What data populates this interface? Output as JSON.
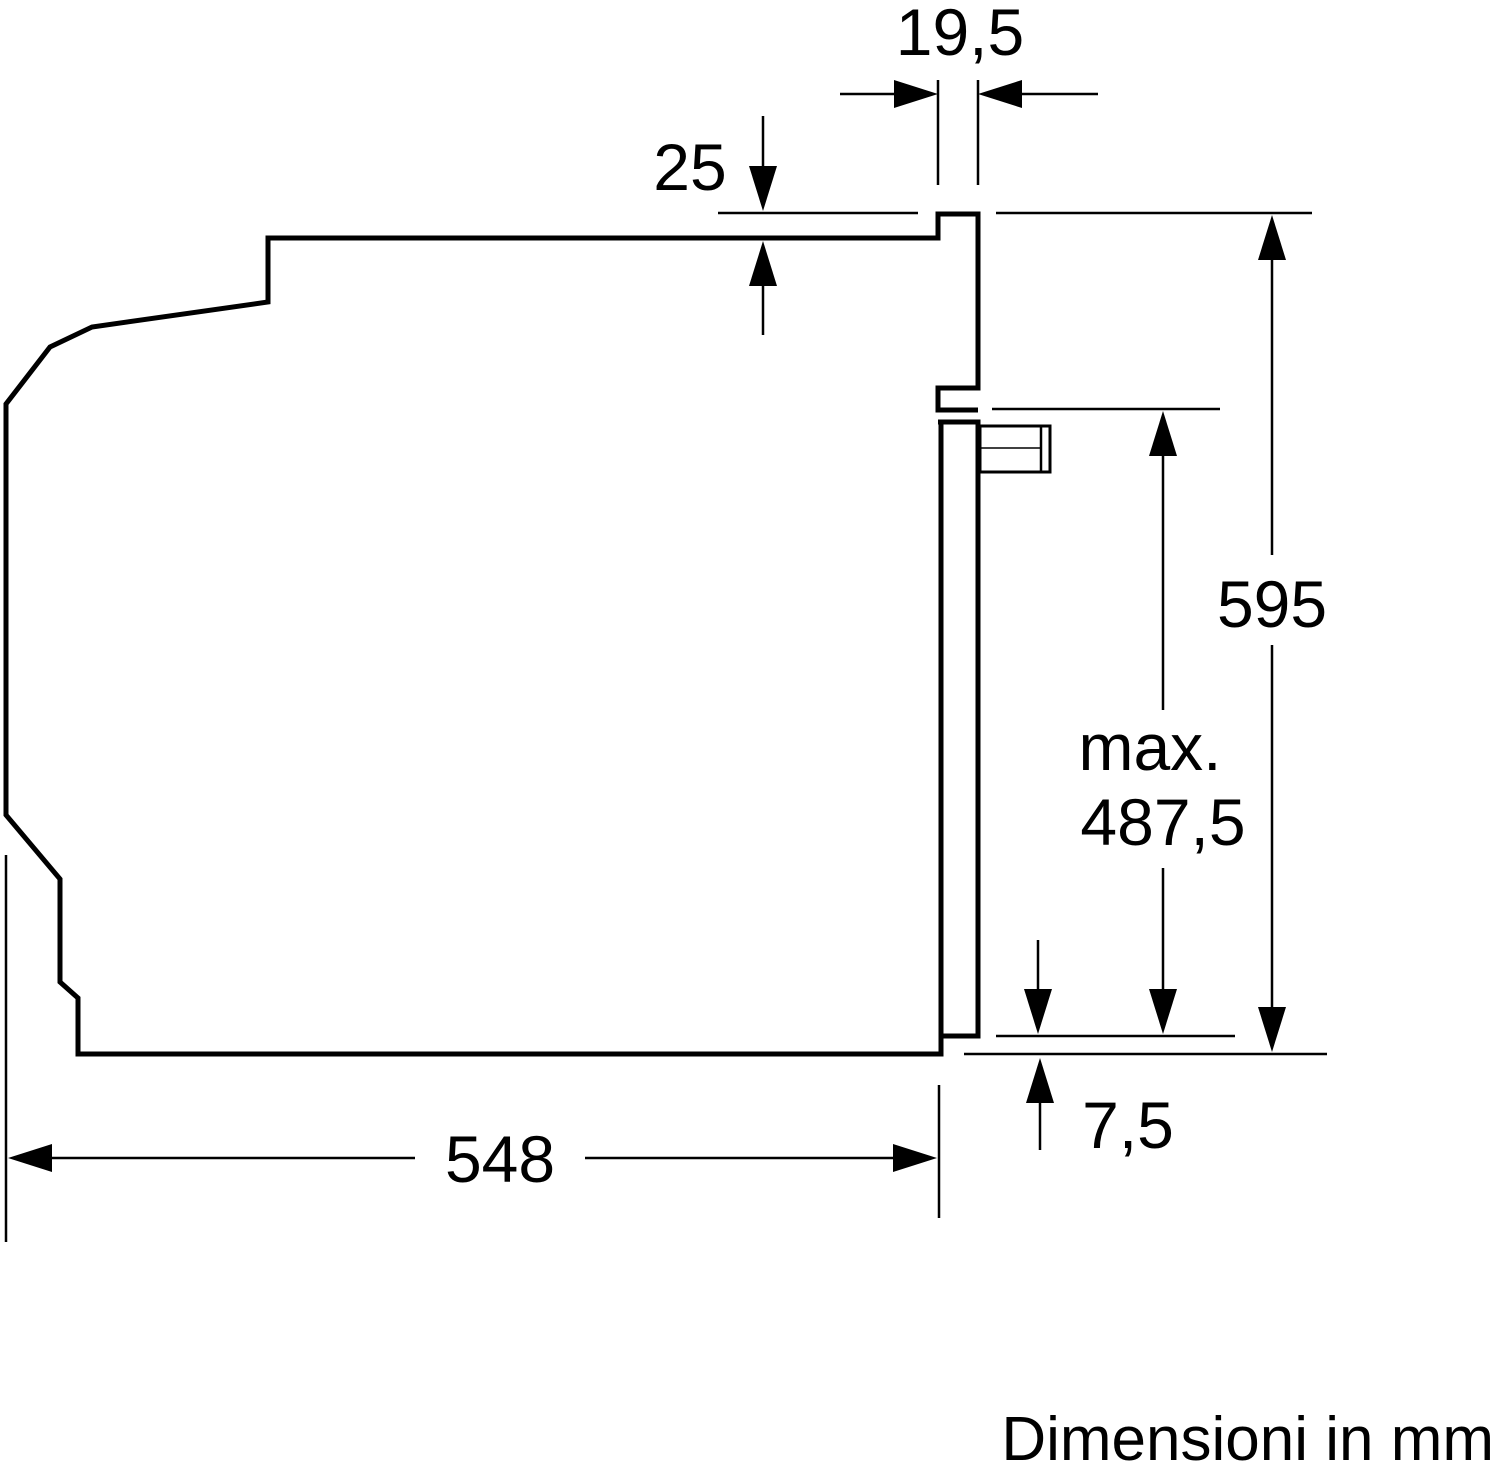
{
  "diagram": {
    "caption": "Dimensioni in mm",
    "dimensions": {
      "front_thickness": "19,5",
      "top_gap": "25",
      "total_height": "595",
      "max_label": "max.",
      "max_height": "487,5",
      "bottom_gap": "7,5",
      "depth": "548"
    },
    "line_color": "#000000",
    "background": "#ffffff"
  }
}
